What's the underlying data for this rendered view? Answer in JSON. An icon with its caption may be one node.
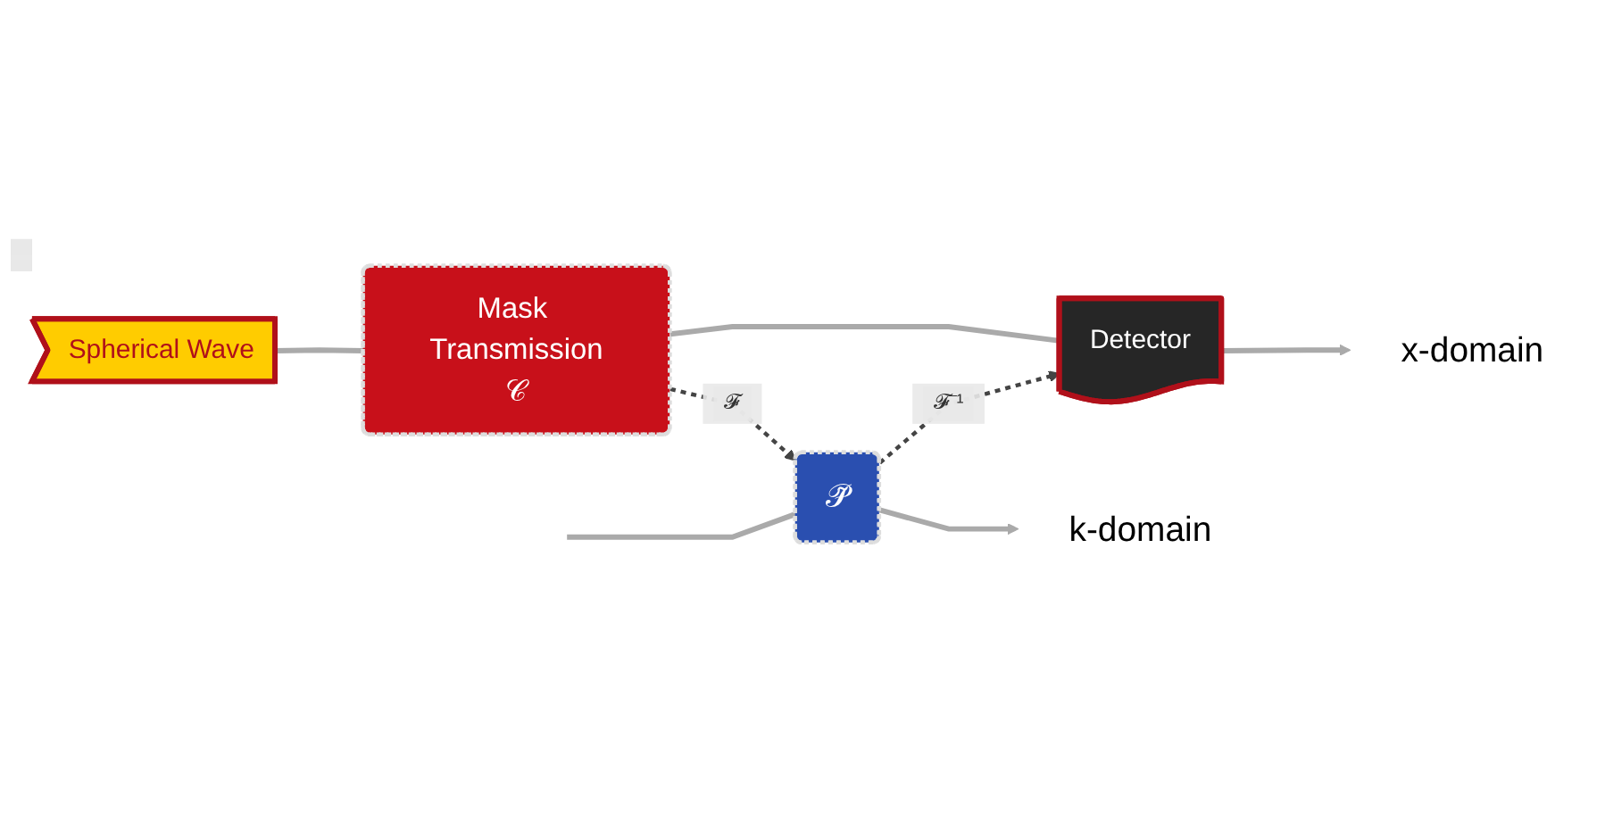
{
  "diagram": {
    "nodes": [
      {
        "text": [
          "Spherical Wave"
        ]
      },
      {
        "text": [
          "Mask Transmission",
          "𝒞"
        ]
      },
      {
        "text": [
          "Detector"
        ]
      },
      {
        "text": [
          "x-domain"
        ]
      },
      {
        "text": [
          "𝒫̃"
        ]
      },
      {
        "text": [
          "k-domain"
        ]
      }
    ],
    "edges": [
      {
        "from": 0,
        "to": 1,
        "arrow": "none"
      },
      {
        "from": 1,
        "to": 2,
        "arrow": "none"
      },
      {
        "from": 2,
        "to": 3,
        "arrow": "to"
      },
      {
        "from": 1,
        "to": 4,
        "arrow": "to",
        "label": "𝓕",
        "style": "dashed",
        "color": "#444444"
      },
      {
        "from": 4,
        "to": 2,
        "arrow": "to",
        "label": "𝓕⁻¹",
        "style": "dashed",
        "color": "#444444"
      },
      {
        "from": null,
        "to": 4,
        "arrow": "none"
      },
      {
        "from": 4,
        "to": 5,
        "arrow": "to"
      }
    ]
  }
}
